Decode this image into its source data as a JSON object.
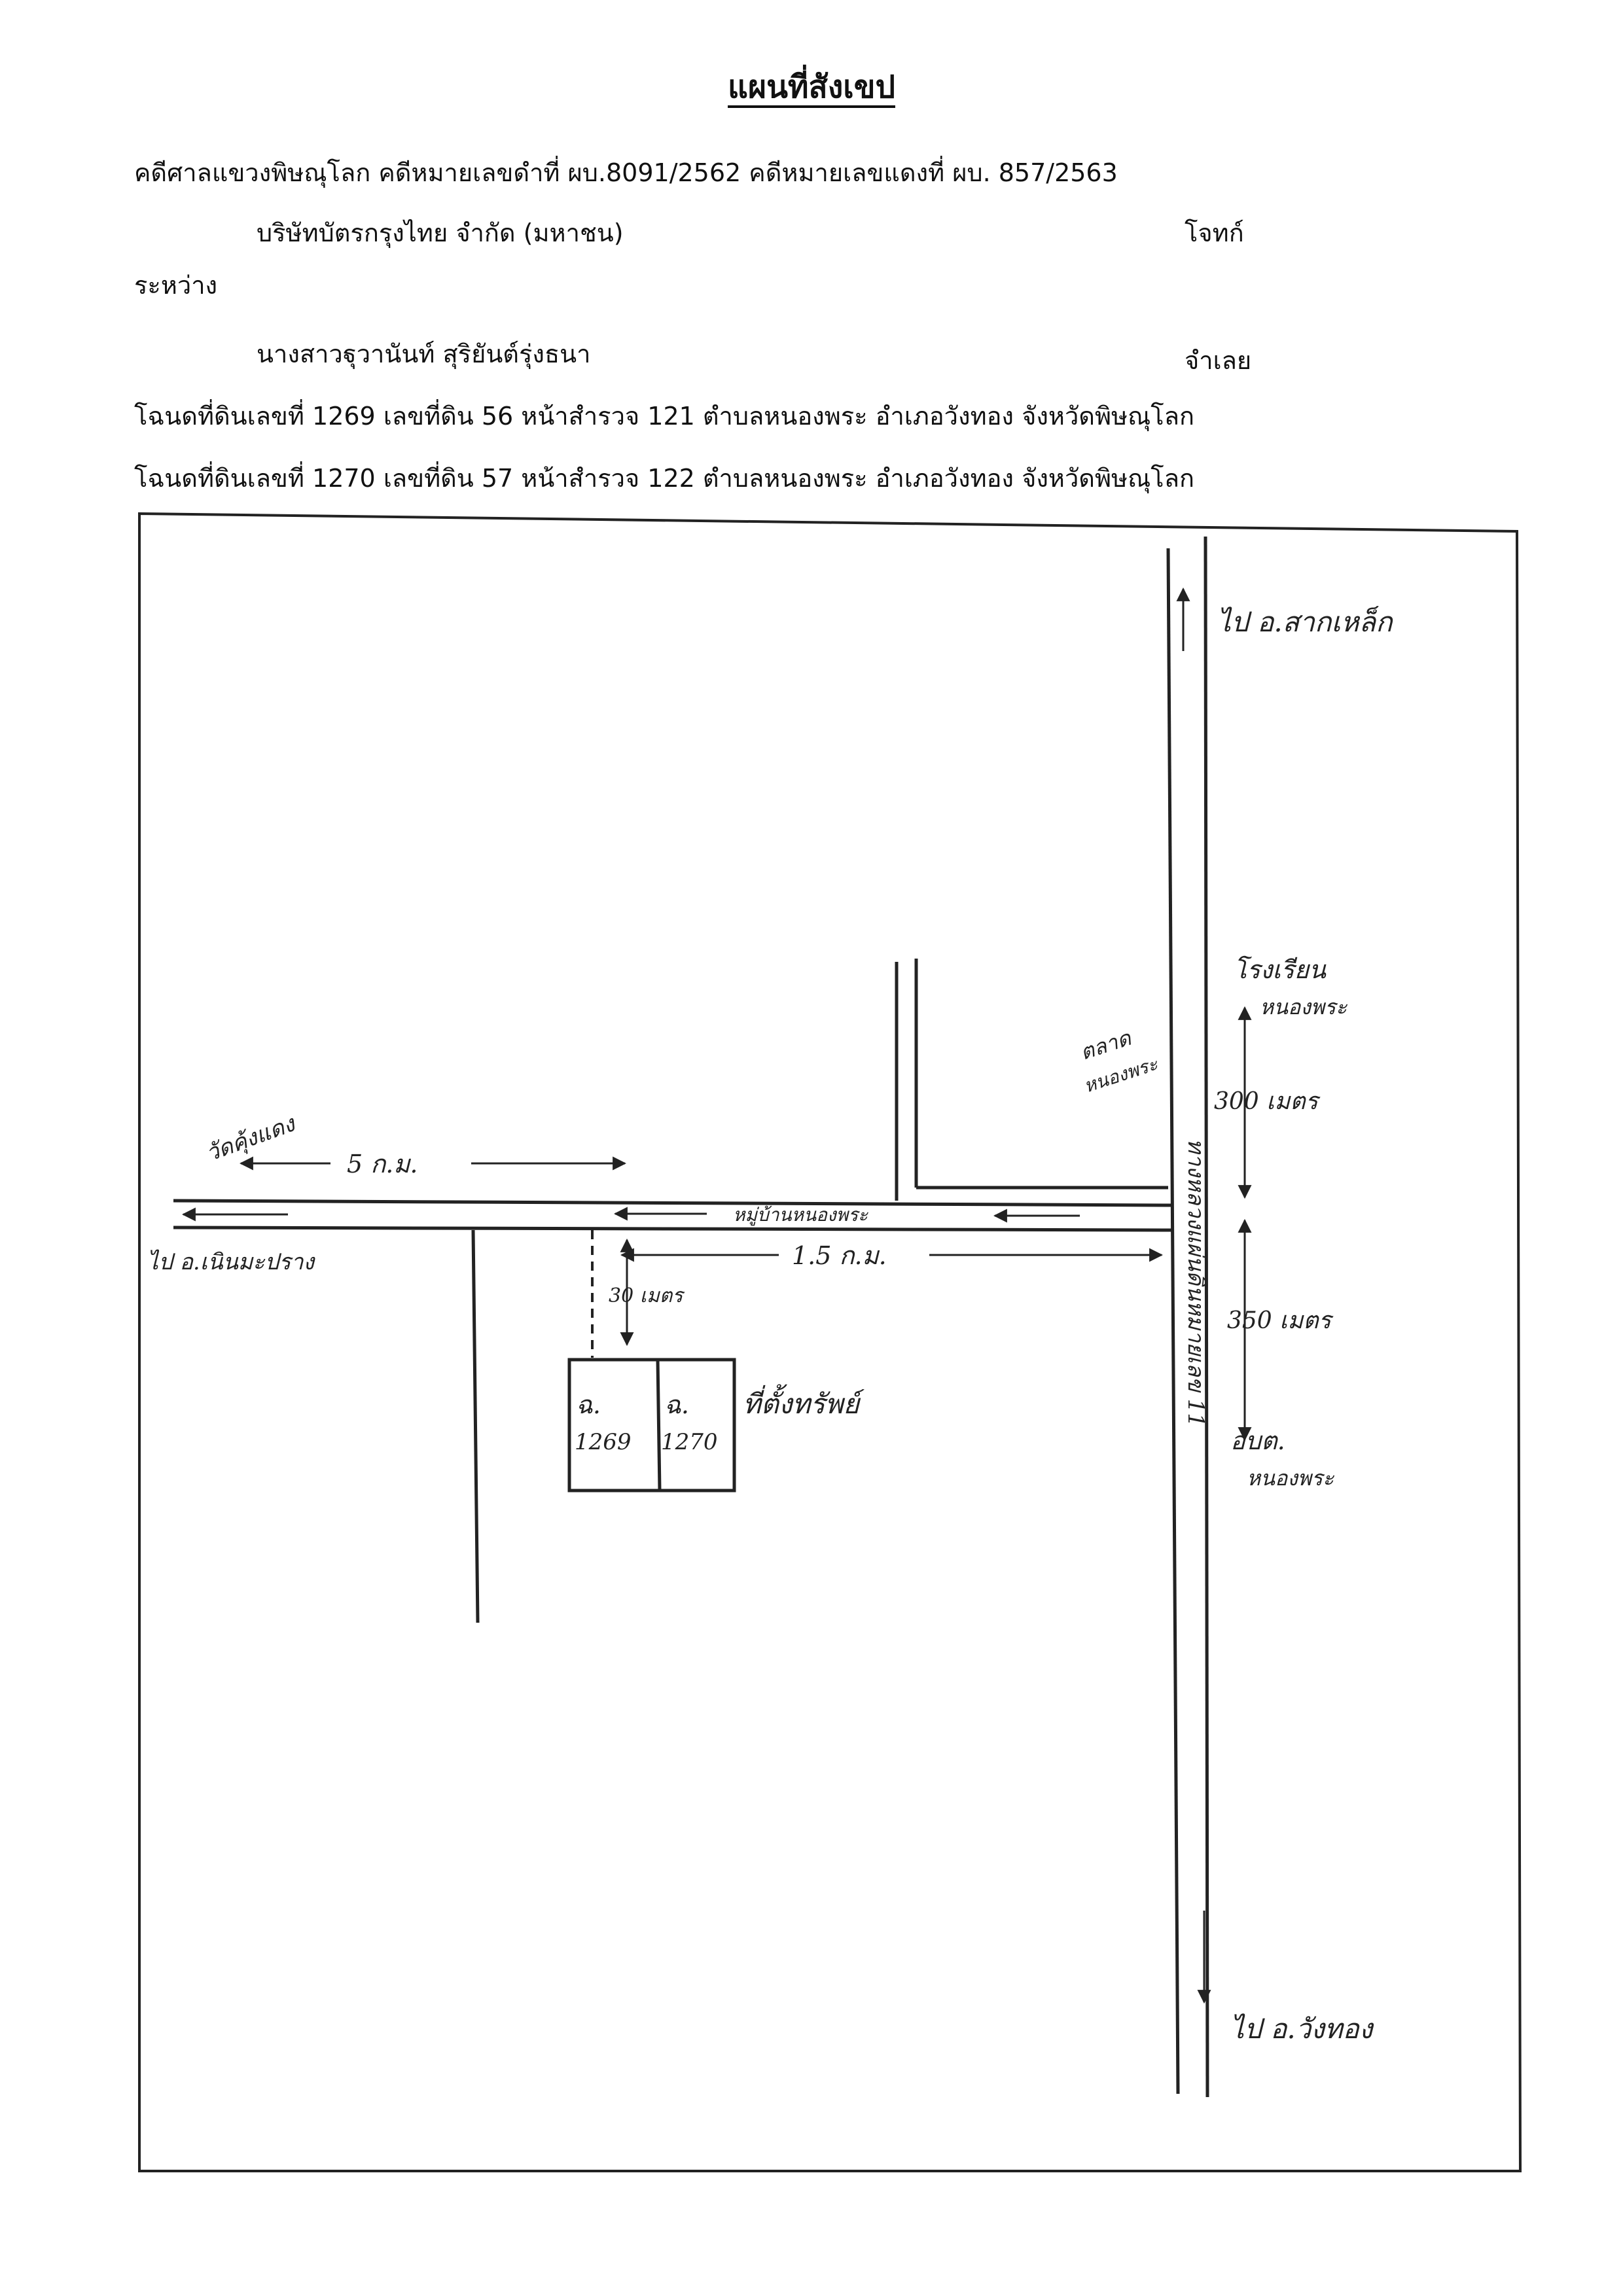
{
  "document": {
    "title": "แผนที่สังเขป",
    "case_line": "คดีศาลแขวงพิษณุโลก  คดีหมายเลขดำที่  ผบ.8091/2562  คดีหมายเลขแดงที่  ผบ. 857/2563",
    "plaintiff_name": "บริษัทบัตรกรุงไทย จำกัด (มหาชน)",
    "plaintiff_role": "โจทก์",
    "between": "ระหว่าง",
    "defendant_name": "นางสาวฐุวานันท์  สุริยันต์รุ่งธนา",
    "defendant_role": "จำเลย",
    "deed_1": "โฉนดที่ดินเลขที่ 1269  เลขที่ดิน 56  หน้าสำรวจ 121   ตำบลหนองพระ  อำเภอวังทอง  จังหวัดพิษณุโลก",
    "deed_2": "โฉนดที่ดินเลขที่ 1270  เลขที่ดิน 57  หน้าสำรวจ 122   ตำบลหนองพระ  อำเภอวังทอง  จังหวัดพิษณุโลก"
  },
  "map": {
    "to_north": "ไป อ.สากเหล็ก",
    "to_south": "ไป อ.วังทอง",
    "to_west": "ไป อ.เนินมะปราง",
    "west_place": "วัดคุ้งแดง",
    "west_distance": "5 ก.ม.",
    "village_road": "หมู่บ้านหนองพระ",
    "main_road": "ทางหลวงแผ่นดินหมายเลข 11",
    "east_distance": "1.5 ก.ม.",
    "plot_distance": "30 เมตร",
    "plot_label": "ที่ตั้งทรัพย์",
    "deed_a_tag": "ฉ.",
    "deed_a_no": "1269",
    "deed_b_tag": "ฉ.",
    "deed_b_no": "1270",
    "school": "โรงเรียน",
    "school_place": "หนองพระ",
    "school_distance": "300 เมตร",
    "market": "ตลาด",
    "market_place": "หนองพระ",
    "tambon_office": "อบต.",
    "tambon_office_place": "หนองพระ",
    "tambon_distance": "350 เมตร"
  }
}
